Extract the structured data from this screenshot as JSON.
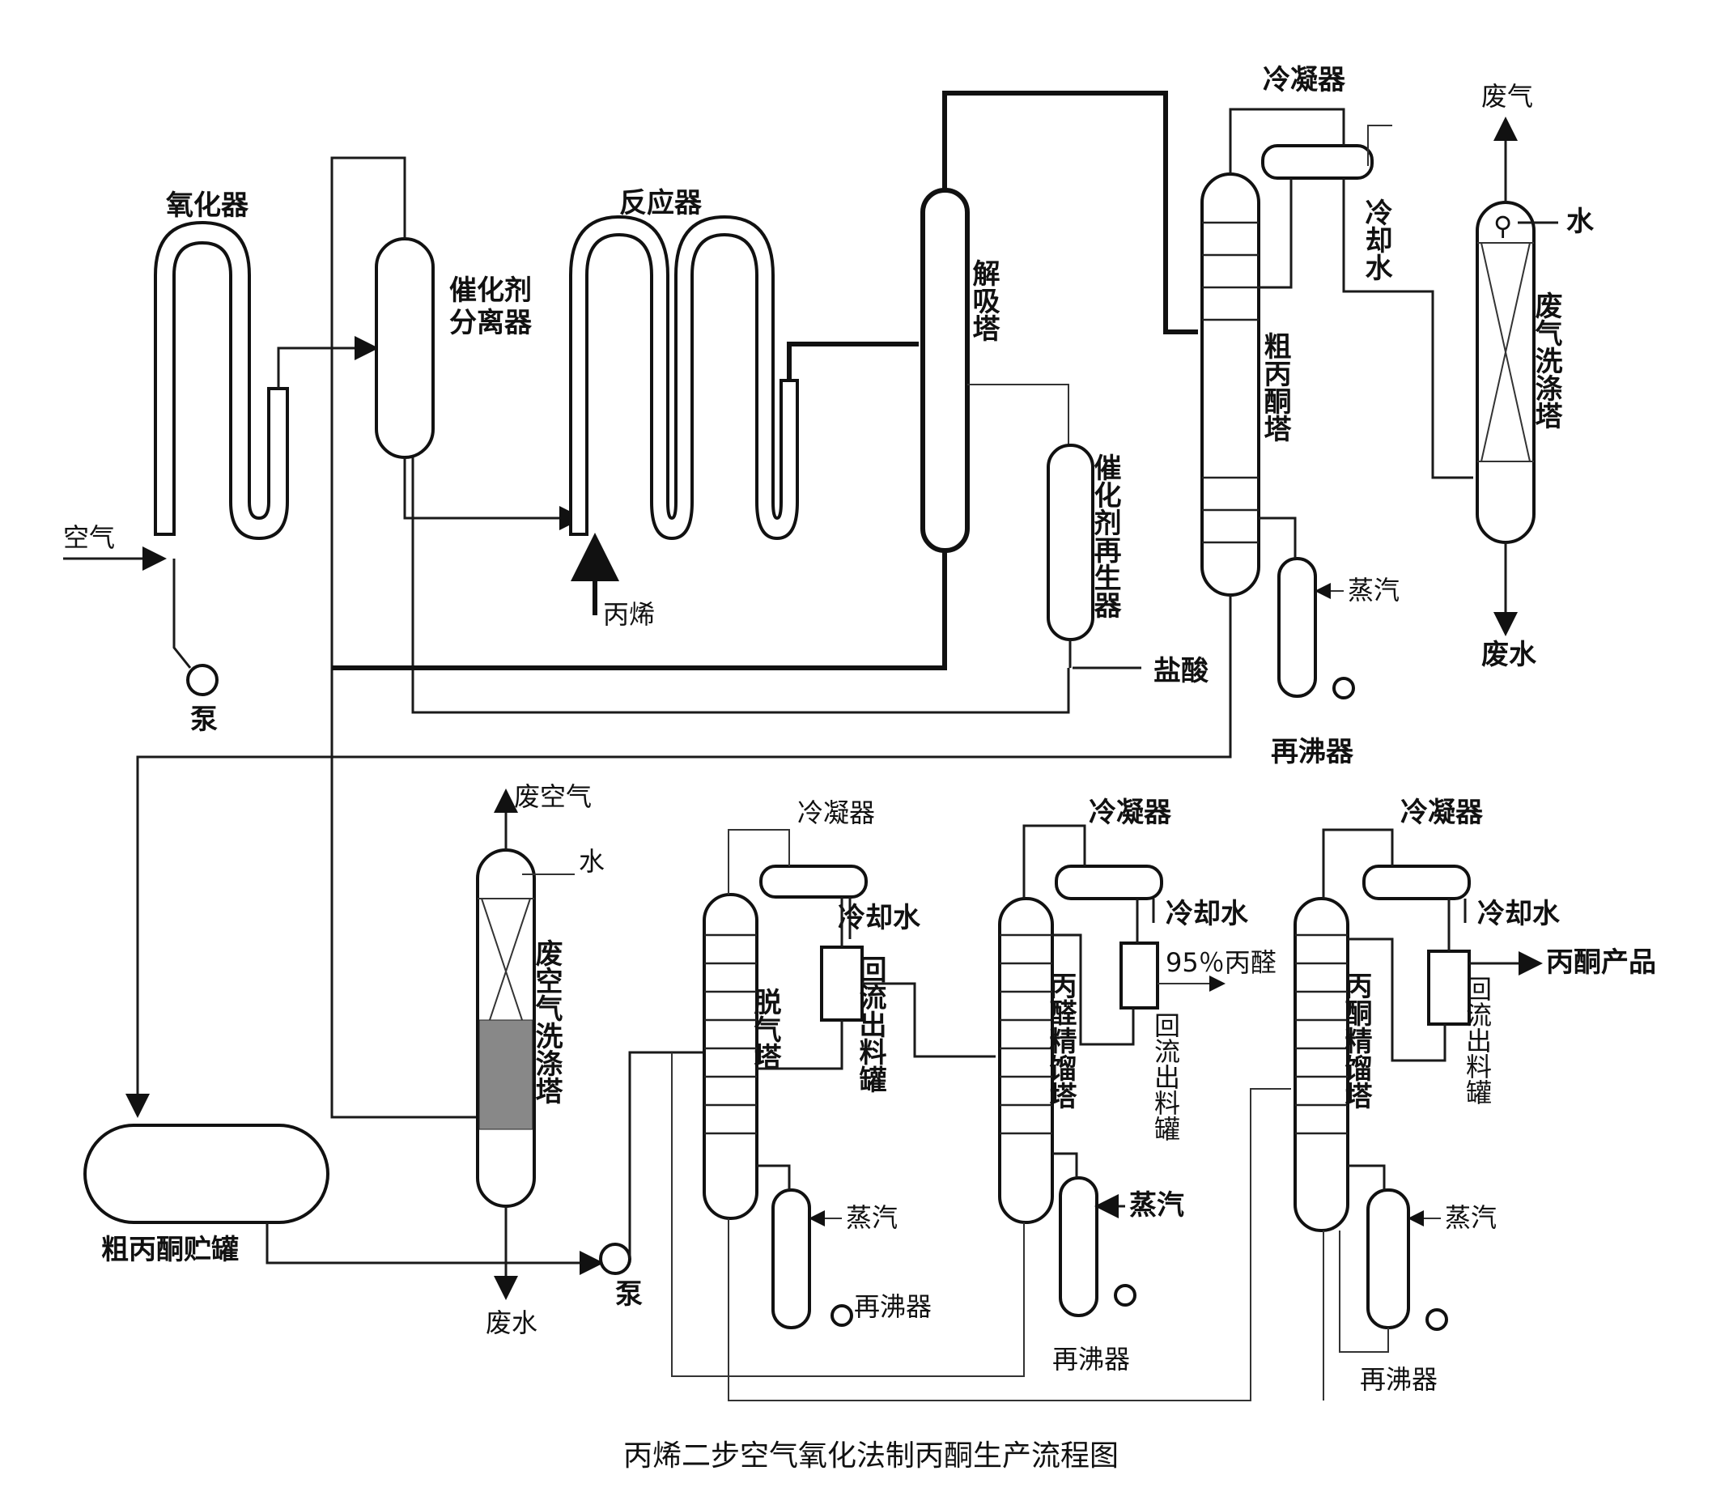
{
  "labels": {
    "oxidizer": "氧化器",
    "air": "空气",
    "pump": "泵",
    "catalyst_separator_1": "催化剂",
    "catalyst_separator_2": "分离器",
    "reactor": "反应器",
    "propylene": "丙烯",
    "desorber": "解吸塔",
    "catalyst_regenerator": "催化剂再生器",
    "hydrochloric_acid": "盐酸",
    "condenser_top": "冷凝器",
    "cooling_water_vertical": "冷却水",
    "crude_acetone_column": "粗丙酮塔",
    "steam_top": "蒸汽",
    "reboiler_top": "再沸器",
    "offgas": "废气",
    "water_top": "水",
    "offgas_scrubber": "废气洗涤塔",
    "wastewater_top": "废水",
    "crude_acetone_tank": "粗丙酮贮罐",
    "waste_air": "废空气",
    "water_mid": "水",
    "waste_air_scrubber": "废空气洗涤塔",
    "wastewater_bottom": "废水",
    "pump_bottom": "泵",
    "condenser_1": "冷凝器",
    "cooling_water_1": "冷却水",
    "stripper": "脱气塔",
    "reflux_tank_1": "回流出料罐",
    "steam_1": "蒸汽",
    "reboiler_1": "再沸器",
    "condenser_2": "冷凝器",
    "cooling_water_2": "冷却水",
    "aldehyde_column": "丙醛精馏塔",
    "aldehyde_product": "95％丙醛",
    "reflux_tank_2": "回流出料罐",
    "steam_2": "蒸汽",
    "reboiler_2": "再沸器",
    "condenser_3": "冷凝器",
    "cooling_water_3": "冷却水",
    "acetone_column": "丙酮精馏塔",
    "acetone_product": "丙酮产品",
    "reflux_tank_3": "回流出料罐",
    "steam_3": "蒸汽",
    "reboiler_3": "再沸器"
  },
  "caption": "丙烯二步空气氧化法制丙酮生产流程图"
}
